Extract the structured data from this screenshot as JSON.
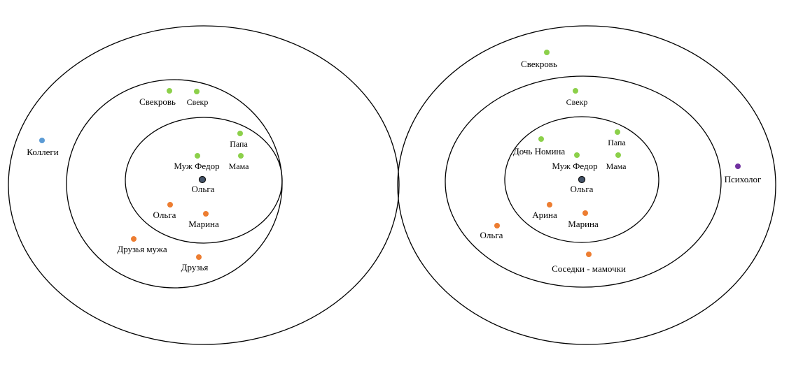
{
  "colors": {
    "family": "#8cd04a",
    "friends": "#ed7d31",
    "colleagues": "#5b9bd5",
    "specialist": "#7030a0",
    "self_fill": "#44546a",
    "self_stroke": "#111111",
    "ring": "#000000"
  },
  "diagrams": [
    {
      "self": {
        "label": "Ольга"
      },
      "persons": [
        {
          "label": "Свекровь",
          "group": "family"
        },
        {
          "label": "Свекр",
          "group": "family"
        },
        {
          "label": "Папа",
          "group": "family"
        },
        {
          "label": "Муж Федор",
          "group": "family"
        },
        {
          "label": "Мама",
          "group": "family"
        },
        {
          "label": "Ольга",
          "group": "friends"
        },
        {
          "label": "Марина",
          "group": "friends"
        },
        {
          "label": "Друзья мужа",
          "group": "friends"
        },
        {
          "label": "Друзья",
          "group": "friends"
        },
        {
          "label": "Коллеги",
          "group": "colleagues"
        }
      ]
    },
    {
      "self": {
        "label": "Ольга"
      },
      "persons": [
        {
          "label": "Свекровь",
          "group": "family"
        },
        {
          "label": "Свекр",
          "group": "family"
        },
        {
          "label": "Дочь Номина",
          "group": "family"
        },
        {
          "label": "Папа",
          "group": "family"
        },
        {
          "label": "Муж Федор",
          "group": "family"
        },
        {
          "label": "Мама",
          "group": "family"
        },
        {
          "label": "Арина",
          "group": "friends"
        },
        {
          "label": "Марина",
          "group": "friends"
        },
        {
          "label": "Ольга",
          "group": "friends"
        },
        {
          "label": "Соседки - мамочки",
          "group": "friends"
        },
        {
          "label": "Психолог",
          "group": "specialist"
        }
      ]
    }
  ]
}
